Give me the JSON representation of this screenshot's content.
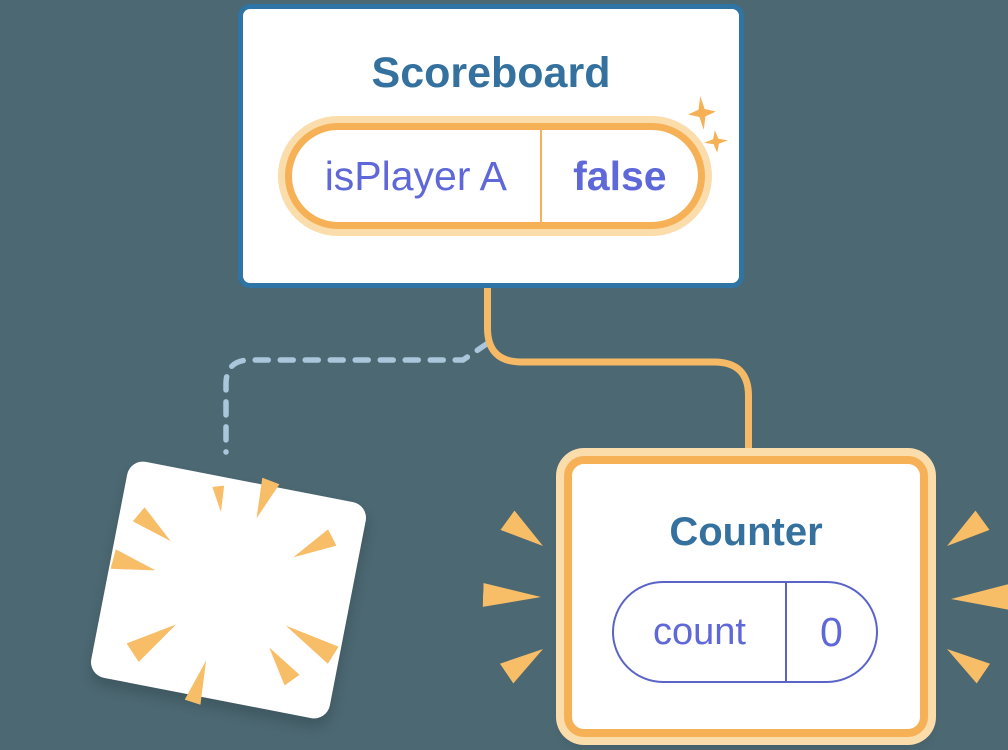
{
  "colors": {
    "background": "#4c6872",
    "card_border": "#2e74a4",
    "card_bg": "#ffffff",
    "title_text": "#35719f",
    "state_text": "#5f68d8",
    "pill_purple_border": "#5a64c8",
    "orange": "#f6b157",
    "orange_glow": "#fbdcab",
    "connector_orange": "#f6ba67",
    "dash_blue": "#a9c6db",
    "burst_orange": "#f8bd67"
  },
  "scoreboard": {
    "title": "Scoreboard",
    "state": {
      "key": "isPlayer A",
      "value": "false"
    }
  },
  "counter": {
    "title": "Counter",
    "state": {
      "key": "count",
      "value": "0"
    }
  }
}
